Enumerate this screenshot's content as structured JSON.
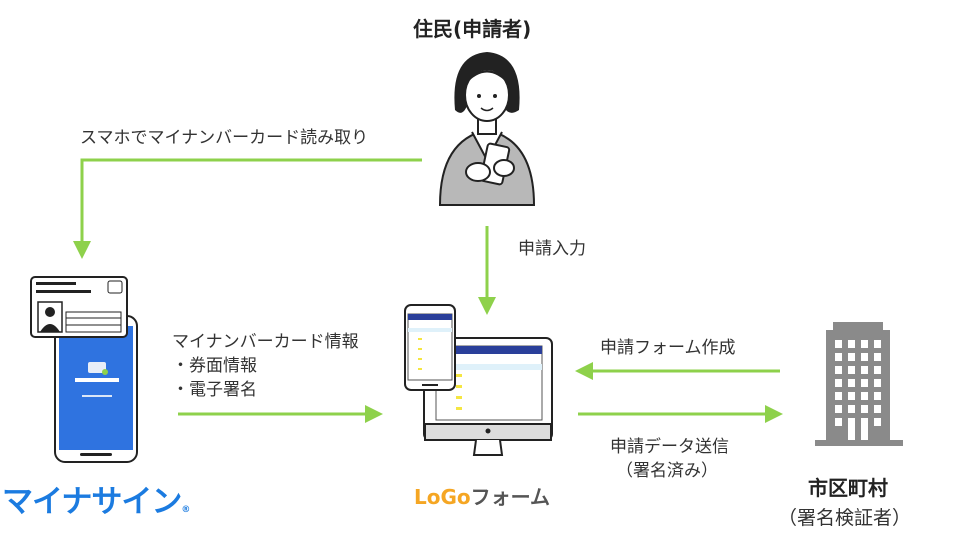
{
  "resident": {
    "title": "住民(申請者)"
  },
  "flows": {
    "read_card": "スマホでマイナンバーカード読み取り",
    "input": "申請入力",
    "card_info_title": "マイナンバーカード情報",
    "card_info_items": [
      "・券面情報",
      "・電子署名"
    ],
    "create_form": "申請フォーム作成",
    "send_data": "申請データ送信",
    "send_data_note": "（署名済み）"
  },
  "myna_sign": {
    "logo": "マイナサイン",
    "registered": "®"
  },
  "logo_form": {
    "logo_latin": "LoGo",
    "logo_kana": "フォーム"
  },
  "municipality": {
    "title": "市区町村",
    "subtitle": "（署名検証者）"
  },
  "colors": {
    "arrow": "#8ed14b",
    "myna_blue": "#1b7be0",
    "screen_blue": "#2f73e0",
    "logo_orange": "#f5a623",
    "logo_teal": "#1a8fa6"
  }
}
